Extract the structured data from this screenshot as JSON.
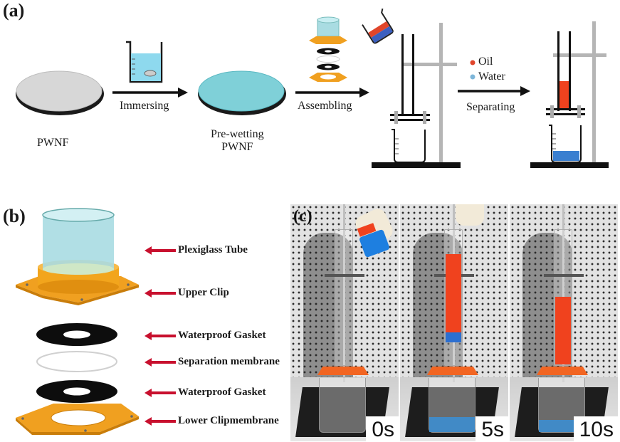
{
  "panels": {
    "a": {
      "label": "(a)",
      "pwnf_caption": "PWNF",
      "step1": "Immersing",
      "prewet_caption_line1": "Pre-wetting",
      "prewet_caption_line2": "PWNF",
      "step2": "Assembling",
      "legend": [
        {
          "label": "Oil",
          "color": "#e0452b"
        },
        {
          "label": "Water",
          "color": "#7eb6d9"
        }
      ],
      "step3": "Separating"
    },
    "b": {
      "label": "(b)",
      "components": [
        "Plexiglass Tube",
        "Upper Clip",
        "Waterproof Gasket",
        "Separation membrane",
        "Waterproof Gasket",
        "Lower Clipmembrane"
      ]
    },
    "c": {
      "label": "(c)",
      "frames": [
        {
          "time": "0s"
        },
        {
          "time": "5s"
        },
        {
          "time": "10s"
        }
      ]
    }
  },
  "colors": {
    "oil": "#f0421e",
    "water": "#3a7fd0",
    "clip": "#f0a020",
    "membrane_wet": "#7fd0d8",
    "membrane_dry": "#d9d9d9",
    "arrow_red": "#c8102e"
  }
}
